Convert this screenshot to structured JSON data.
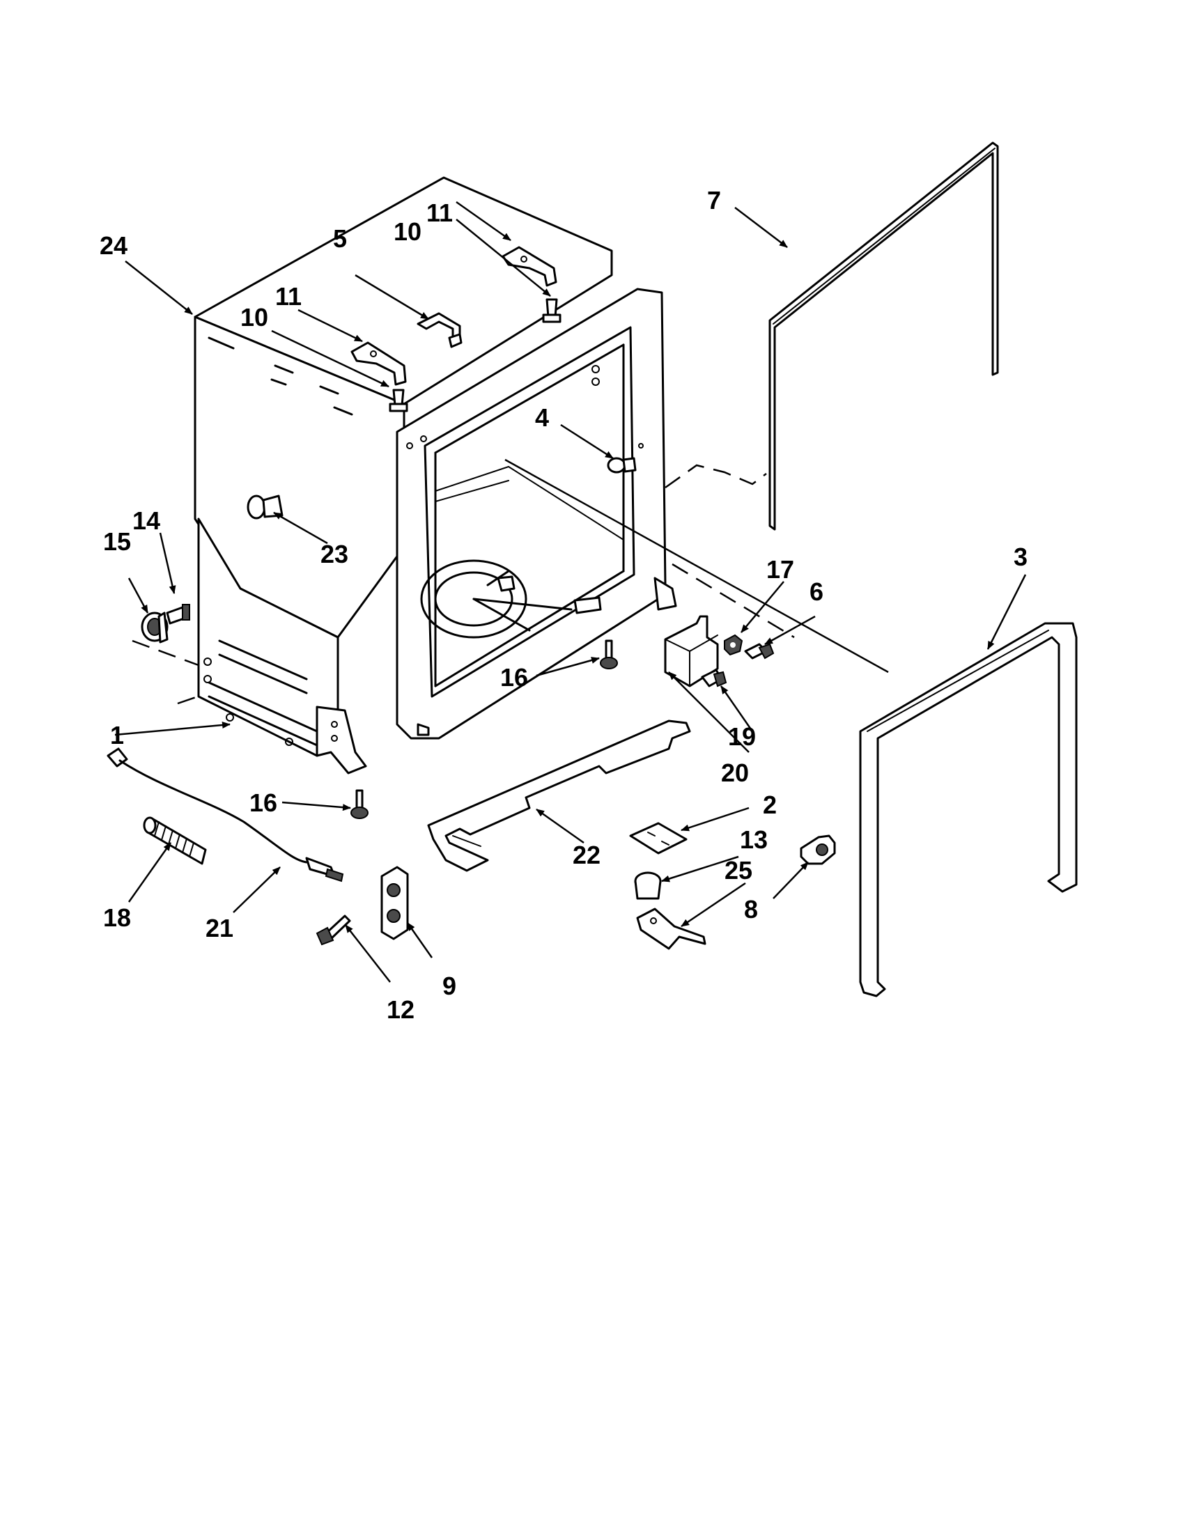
{
  "labels": {
    "p1": "1",
    "p2": "2",
    "p3": "3",
    "p4": "4",
    "p5": "5",
    "p6": "6",
    "p7": "7",
    "p8": "8",
    "p9": "9",
    "p10a": "10",
    "p10b": "10",
    "p11a": "11",
    "p11b": "11",
    "p12": "12",
    "p13": "13",
    "p14": "14",
    "p15": "15",
    "p16a": "16",
    "p16b": "16",
    "p17": "17",
    "p18": "18",
    "p19": "19",
    "p20": "20",
    "p21": "21",
    "p22": "22",
    "p23": "23",
    "p24": "24",
    "p25": "25"
  }
}
